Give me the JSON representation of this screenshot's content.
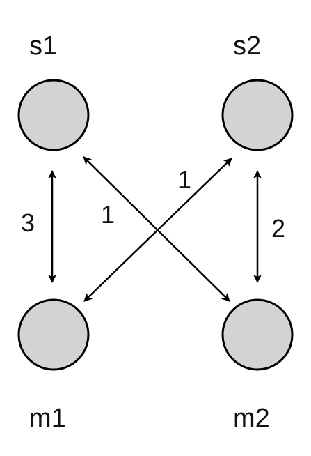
{
  "diagram": {
    "nodes": {
      "s1": {
        "label": "s1"
      },
      "s2": {
        "label": "s2"
      },
      "m1": {
        "label": "m1"
      },
      "m2": {
        "label": "m2"
      }
    },
    "edges": {
      "s1_m1": {
        "label": "3"
      },
      "s2_m2": {
        "label": "2"
      },
      "s1_m2": {
        "label": "1"
      },
      "s2_m1": {
        "label": "1"
      }
    },
    "colors": {
      "node_fill": "#d3d3d3",
      "stroke": "#000000",
      "text": "#111111"
    }
  }
}
